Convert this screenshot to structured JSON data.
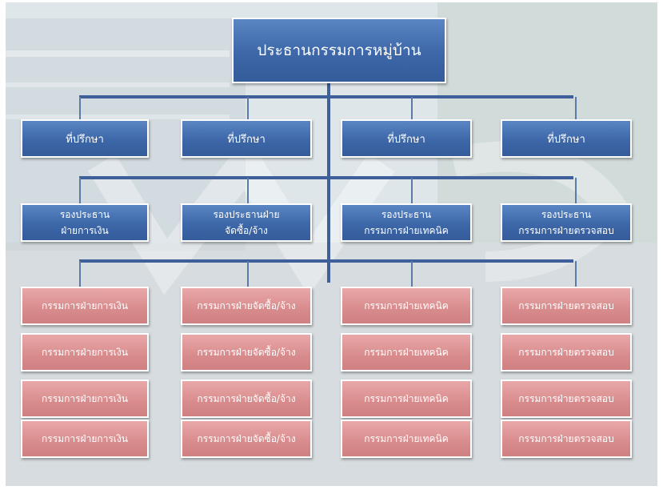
{
  "chart": {
    "root": {
      "label": "ประธานกรรมการหมู่บ้าน"
    },
    "advisors": [
      {
        "label": "ที่ปรึกษา"
      },
      {
        "label": "ที่ปรึกษา"
      },
      {
        "label": "ที่ปรึกษา"
      },
      {
        "label": "ที่ปรึกษา"
      }
    ],
    "vice_presidents": [
      {
        "line1": "รองประธาน",
        "line2": "ฝ่ายการเงิน"
      },
      {
        "line1": "รองประธานฝ่าย",
        "line2": "จัดซื้อ/จ้าง"
      },
      {
        "line1": "รองประธาน",
        "line2": "กรรมการฝ่ายเทคนิค"
      },
      {
        "line1": "รองประธาน",
        "line2": "กรรมการฝ่ายตรวจสอบ"
      }
    ],
    "committees": [
      {
        "members": [
          "กรรมการฝ่ายการเงิน",
          "กรรมการฝ่ายการเงิน",
          "กรรมการฝ่ายการเงิน",
          "กรรมการฝ่ายการเงิน"
        ]
      },
      {
        "members": [
          "กรรมการฝ่ายจัดซื้อ/จ้าง",
          "กรรมการฝ่ายจัดซื้อ/จ้าง",
          "กรรมการฝ่ายจัดซื้อ/จ้าง",
          "กรรมการฝ่ายจัดซื้อ/จ้าง"
        ]
      },
      {
        "members": [
          "กรรมการฝ่ายเทคนิค",
          "กรรมการฝ่ายเทคนิค",
          "กรรมการฝ่ายเทคนิค",
          "กรรมการฝ่ายเทคนิค"
        ]
      },
      {
        "members": [
          "กรรมการฝ่ายตรวจสอบ",
          "กรรมการฝ่ายตรวจสอบ",
          "กรรมการฝ่ายตรวจสอบ",
          "กรรมการฝ่ายตรวจสอบ"
        ]
      }
    ]
  },
  "colors": {
    "blue_box": "#3d67a8",
    "pink_box": "#d88b8c",
    "connector": "#3f5f9a"
  }
}
